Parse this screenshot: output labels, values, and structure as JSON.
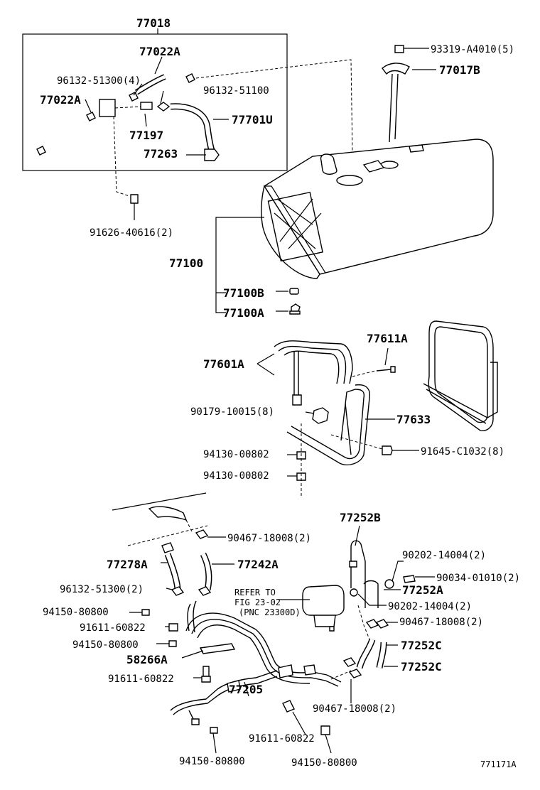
{
  "labels": {
    "p77018": "77018",
    "p77022A_top": "77022A",
    "p96132_51300_4": "96132-51300(4)",
    "p96132_51100": "96132-51100",
    "p77022A_left": "77022A",
    "p77701U": "77701U",
    "p77197": "77197",
    "p77263": "77263",
    "p91626": "91626-40616(2)",
    "p93319": "93319-A4010(5)",
    "p77017B": "77017B",
    "p77100": "77100",
    "p77100B": "77100B",
    "p77100A": "77100A",
    "p77611A": "77611A",
    "p77601A": "77601A",
    "p90179": "90179-10015(8)",
    "p77633": "77633",
    "p94130_a": "94130-00802",
    "p91645": "91645-C1032(8)",
    "p94130_b": "94130-00802",
    "p90467_top": "90467-18008(2)",
    "p77252B": "77252B",
    "p77278A": "77278A",
    "p77242A": "77242A",
    "p90202_a": "90202-14004(2)",
    "p90034": "90034-01010(2)",
    "p96132_51300_2": "96132-51300(2)",
    "p77252A": "77252A",
    "refer1": "REFER TO",
    "refer2": "FIG 23-02",
    "refer3": "(PNC 23300D)",
    "p90202_b": "90202-14004(2)",
    "p94150_a": "94150-80800",
    "p91611_a": "91611-60822",
    "p90467_mid": "90467-18008(2)",
    "p94150_b": "94150-80800",
    "p77252C_a": "77252C",
    "p58266A": "58266A",
    "p77252C_b": "77252C",
    "p91611_b": "91611-60822",
    "p77205": "77205",
    "p90467_bot": "90467-18008(2)",
    "p91611_c": "91611-60822",
    "p94150_c": "94150-80800",
    "p94150_d": "94150-80800",
    "fig_id": "771171A"
  }
}
